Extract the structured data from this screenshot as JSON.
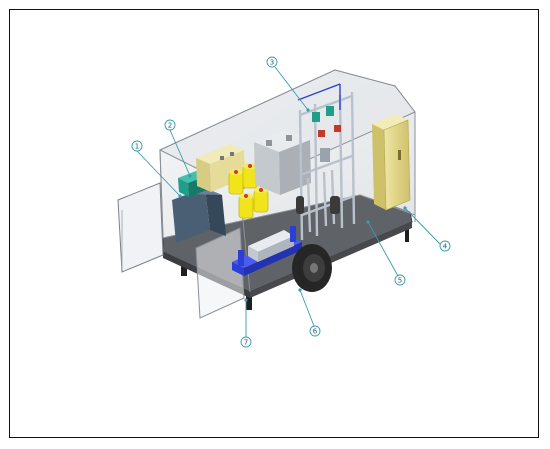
{
  "callouts": [
    {
      "id": "1",
      "label": "1"
    },
    {
      "id": "2",
      "label": "2"
    },
    {
      "id": "3",
      "label": "3"
    },
    {
      "id": "4",
      "label": "4"
    },
    {
      "id": "5",
      "label": "5"
    },
    {
      "id": "6",
      "label": "6"
    },
    {
      "id": "7",
      "label": "7"
    }
  ],
  "colors": {
    "leader": "#3a9ab0",
    "shell": "#d9dde2",
    "shell_edge": "#8a9099",
    "floor": "#6b6e72",
    "yellow_tank": "#f2e41a",
    "red_cap": "#d23a2a",
    "blue_skid": "#2b3fd6",
    "cabinet": "#e7dc8e",
    "teal_pump": "#1f9e8a",
    "wheel": "#2a2a2a"
  }
}
